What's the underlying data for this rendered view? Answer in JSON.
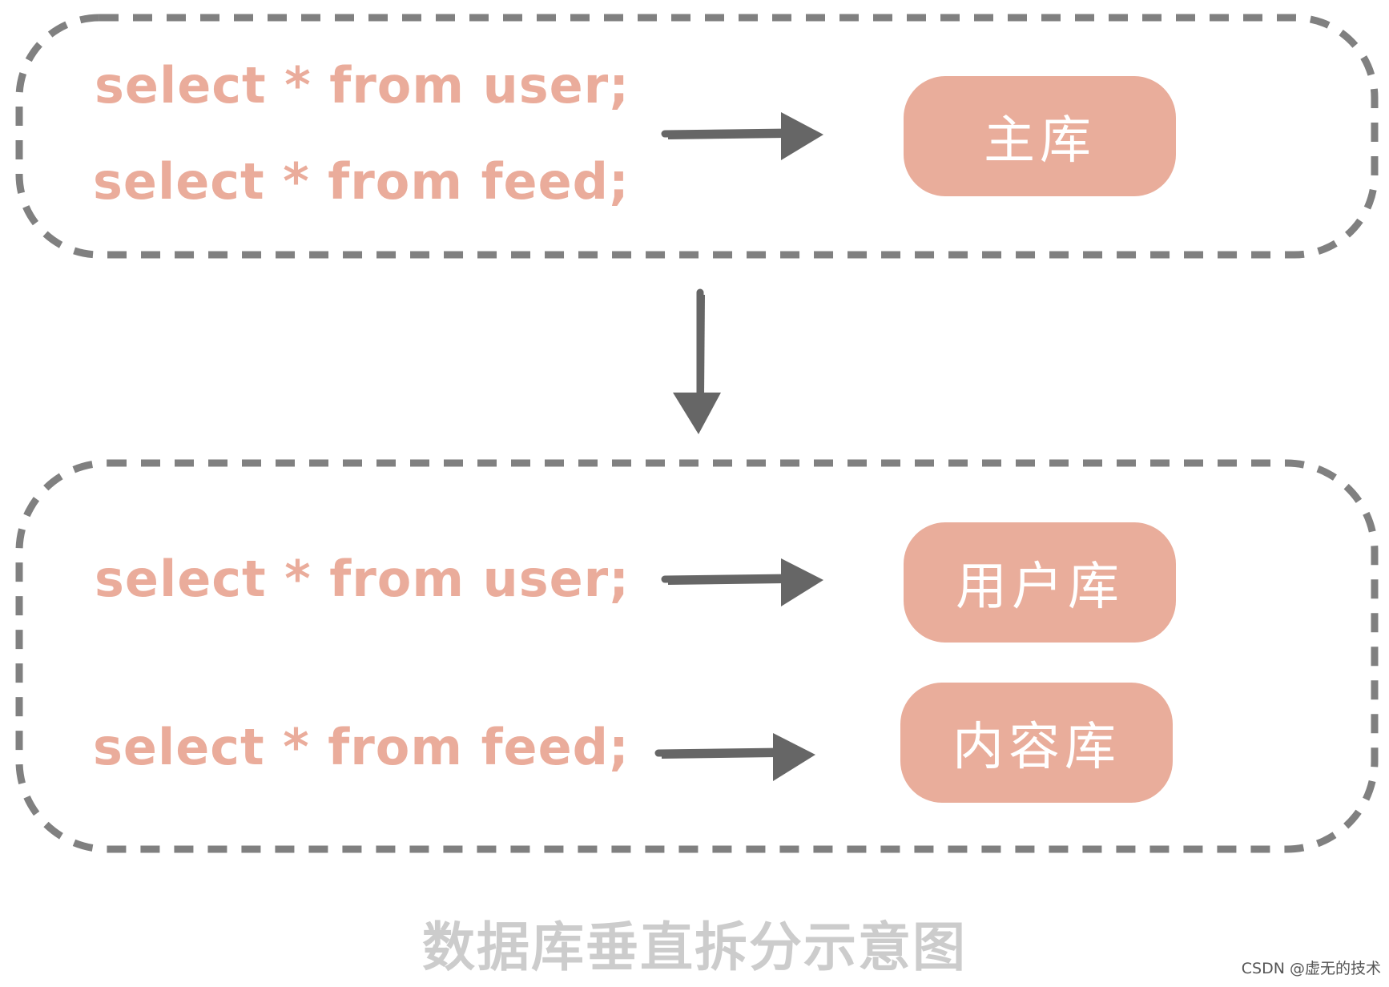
{
  "colors": {
    "sql_text": "#eaac9b",
    "db_box": "#e9ad9b",
    "db_text": "#ffffff",
    "dashed_border": "#808080",
    "arrow": "#666666",
    "caption": "#cccccc"
  },
  "before": {
    "queries": [
      "select * from user;",
      "select * from feed;"
    ],
    "database": "主库"
  },
  "after": {
    "rows": [
      {
        "query": "select * from user;",
        "database": "用户库"
      },
      {
        "query": "select * from feed;",
        "database": "内容库"
      }
    ]
  },
  "caption": "数据库垂直拆分示意图",
  "credit": "CSDN @虚无的技术"
}
